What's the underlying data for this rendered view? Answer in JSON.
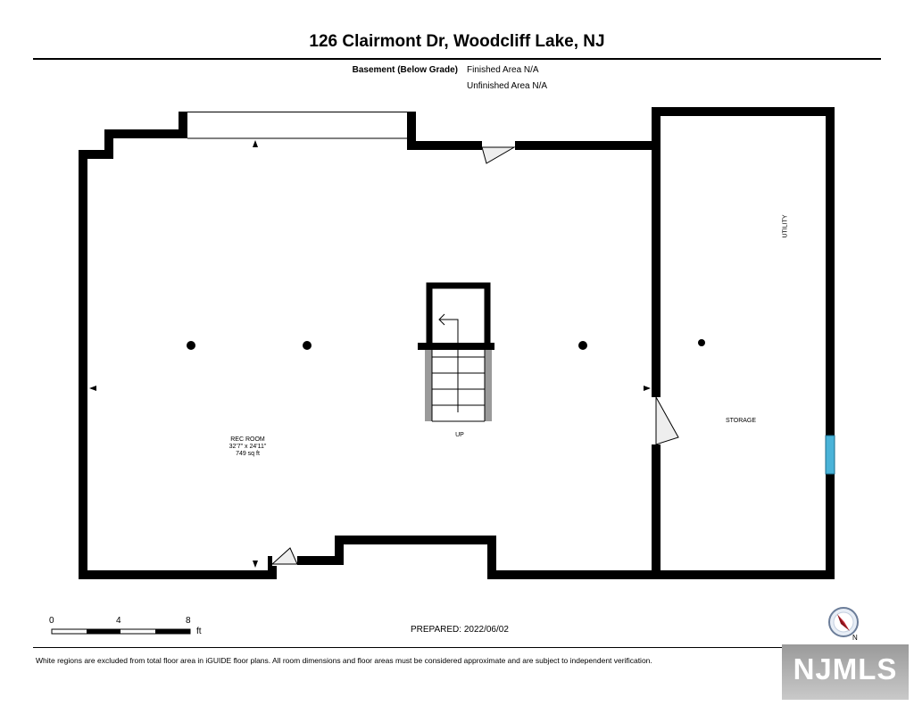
{
  "title": "126 Clairmont Dr, Woodcliff Lake, NJ",
  "floor": {
    "label": "Basement (Below Grade)",
    "finished_area": "Finished Area N/A",
    "unfinished_area": "Unfinished Area N/A"
  },
  "rooms": {
    "rec_room": {
      "name": "REC ROOM",
      "dimensions": "32'7\" x 24'11\"",
      "area": "749 sq ft"
    },
    "storage": {
      "name": "STORAGE"
    },
    "utility": {
      "name": "UTILITY"
    },
    "stairs": {
      "label": "UP"
    }
  },
  "scale_bar": {
    "ticks": [
      "0",
      "4",
      "8"
    ],
    "unit": "ft"
  },
  "prepared": "PREPARED: 2022/06/02",
  "compass": {
    "north_label": "N"
  },
  "disclaimer": "White regions are excluded from total floor area in iGUIDE floor plans. All room dimensions and floor areas must be considered approximate and are subject to independent verification.",
  "logo": {
    "text": "NJMLS"
  },
  "colors": {
    "walls": "#000000",
    "window": "#4ab3d8",
    "stair_side": "#9a9a9a",
    "compass_needle": "#d11f2a",
    "logo_bg": "#a9a9a9"
  }
}
